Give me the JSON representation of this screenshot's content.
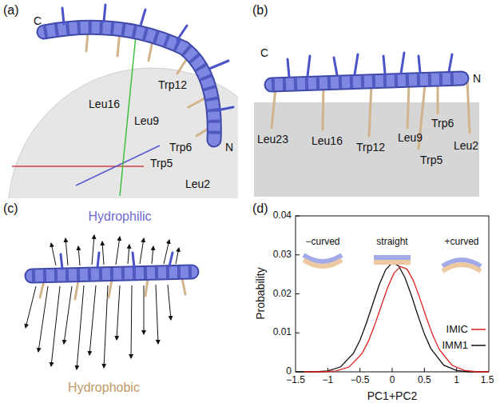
{
  "diagram": {
    "labels": [
      "(a)",
      "C",
      "Trp12",
      "Leu16",
      "Leu9",
      "Trp6",
      "N",
      "Trp5",
      "Leu2",
      "(b)",
      "C",
      "Leu23",
      "Leu16",
      "Trp12",
      "Leu9",
      "Trp6",
      "N",
      "Trp5",
      "Leu2",
      "(c)",
      "Hydrophilic",
      "Hydrophobic",
      "(d)",
      "Probability",
      "0.04",
      "0.03",
      "0.02",
      "0.01",
      "0",
      "−1.5",
      "−1",
      "−0.5",
      "0",
      "0.5",
      "1",
      "1.5",
      "PC1+PC2",
      "−curved",
      "straight",
      "+curved"
    ],
    "legend": [
      {
        "text": "IMIC"
      },
      {
        "text": "IMM1"
      }
    ]
  }
}
